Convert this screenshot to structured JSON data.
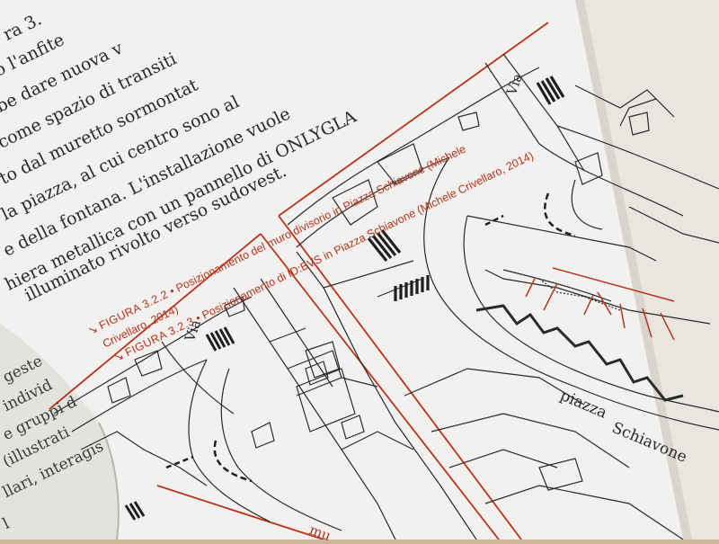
{
  "body_text": [
    "ra 3.",
    "o l'anfite",
    "be dare nuova v",
    "come spazio di transiti",
    "to dal muretto sormontat",
    "la piazza, al cui centro sono al",
    "e della fontana. L'installazione vuole",
    "hiera metallica con un pannello di ONLYGLA",
    "illuminato rivolto verso sudovest."
  ],
  "captions": [
    {
      "label": "FIGURA 3.2.2",
      "text": "Posizionamento del muro divisorio in Piazza Schiavone (Michele",
      "text2": "Crivellaro, 2014)"
    },
    {
      "label": "FIGURA 3.2.3",
      "text": "Posizionamento di ID:BVS in Piazza Schiavone (Michele Crivellaro, 2014)"
    }
  ],
  "map_labels": {
    "via_top": "Via",
    "via_left": "Via",
    "piazza_1": "piazza",
    "piazza_2": "Schiavone",
    "bottom_red": "mu"
  },
  "left_page_fragments": [
    "geste",
    "individ",
    "e gruppi d",
    "(illustrati",
    "llari, interagis",
    "l"
  ],
  "colors": {
    "accent_red": "#b8341c",
    "ink": "#2a2a2a",
    "paper": "#f2f1ef",
    "table": "#cbb89a"
  }
}
